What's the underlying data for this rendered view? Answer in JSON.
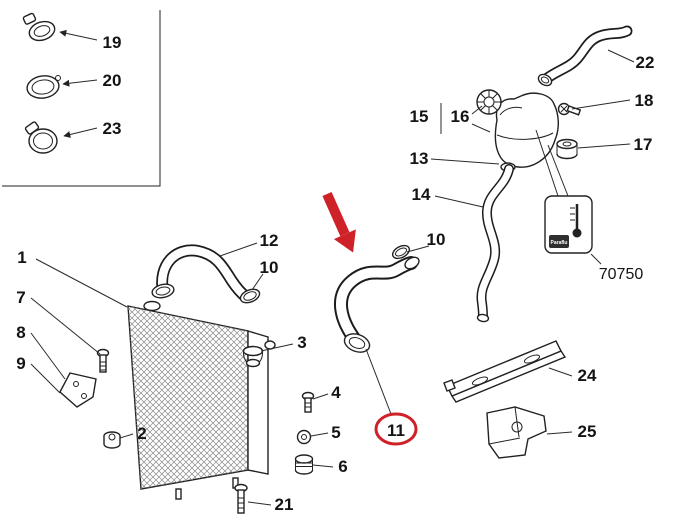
{
  "figure": {
    "code_label": "70750",
    "badge_brand": "Paraflu"
  },
  "callouts": {
    "n1": "1",
    "n2": "2",
    "n3": "3",
    "n4": "4",
    "n5": "5",
    "n6": "6",
    "n7": "7",
    "n8": "8",
    "n9": "9",
    "n10_left": "10",
    "n10_right": "10",
    "n11": "11",
    "n12": "12",
    "n13": "13",
    "n14": "14",
    "n15": "15",
    "n16": "16",
    "n17": "17",
    "n18": "18",
    "n19": "19",
    "n20": "20",
    "n21": "21",
    "n22": "22",
    "n23": "23",
    "n24": "24",
    "n25": "25"
  },
  "colors": {
    "highlight": "#cf2128",
    "ink": "#141414"
  },
  "icons": {
    "badge": "coolant-thermometer-icon",
    "arrow": "red-pointer-arrow",
    "highlight_ring": "red-highlight-ellipse"
  }
}
